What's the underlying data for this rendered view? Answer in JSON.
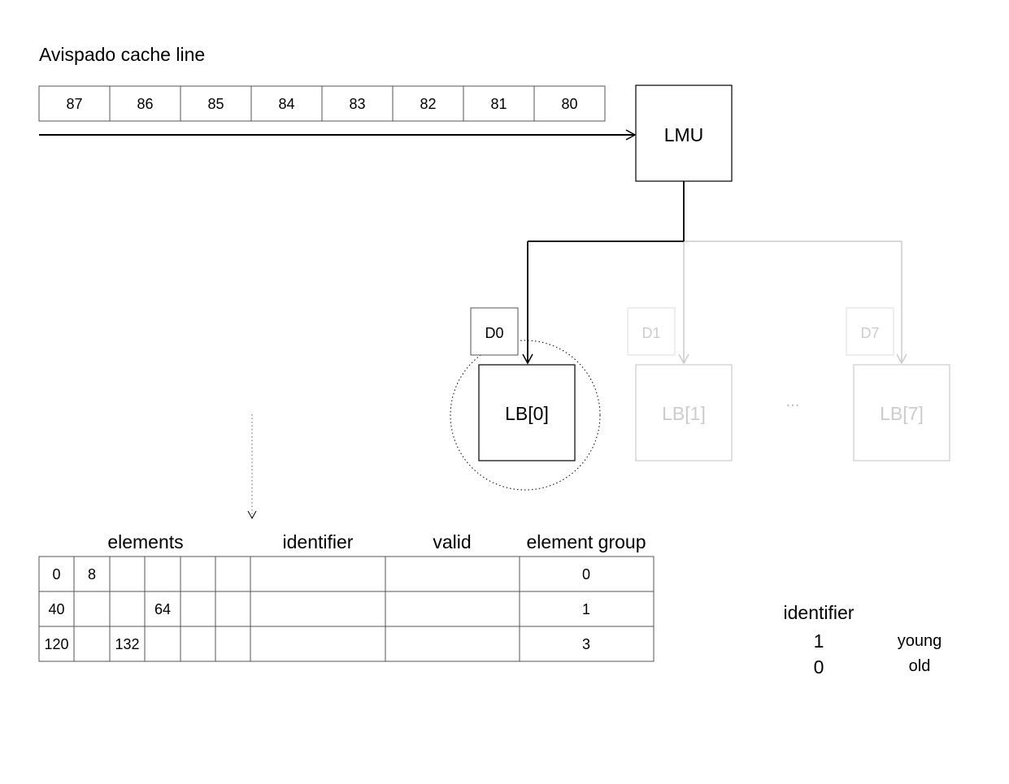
{
  "title": "Avispado cache line",
  "cache_line": [
    "87",
    "86",
    "85",
    "84",
    "83",
    "82",
    "81",
    "80"
  ],
  "lmu": {
    "label": "LMU"
  },
  "line_buffers": [
    {
      "label": "LB[0]",
      "data_label": "D0",
      "active": true
    },
    {
      "label": "LB[1]",
      "data_label": "D1",
      "active": false
    },
    {
      "label": "LB[7]",
      "data_label": "D7",
      "active": false
    }
  ],
  "ellipsis": "...",
  "table": {
    "headers": {
      "elements": "elements",
      "identifier": "identifier",
      "valid": "valid",
      "group": "element group"
    },
    "rows": [
      {
        "elements": [
          "0",
          "8",
          "",
          "",
          "",
          ""
        ],
        "identifier": "",
        "valid": "",
        "group": "0"
      },
      {
        "elements": [
          "40",
          "",
          "",
          "64",
          "",
          ""
        ],
        "identifier": "",
        "valid": "",
        "group": "1"
      },
      {
        "elements": [
          "120",
          "",
          "132",
          "",
          "",
          ""
        ],
        "identifier": "",
        "valid": "",
        "group": "3"
      }
    ]
  },
  "legend": {
    "title": "identifier",
    "items": [
      {
        "value": "1",
        "meaning": "young"
      },
      {
        "value": "0",
        "meaning": "old"
      }
    ]
  },
  "colors": {
    "active": "#000000",
    "inactive": "#cccccc"
  }
}
